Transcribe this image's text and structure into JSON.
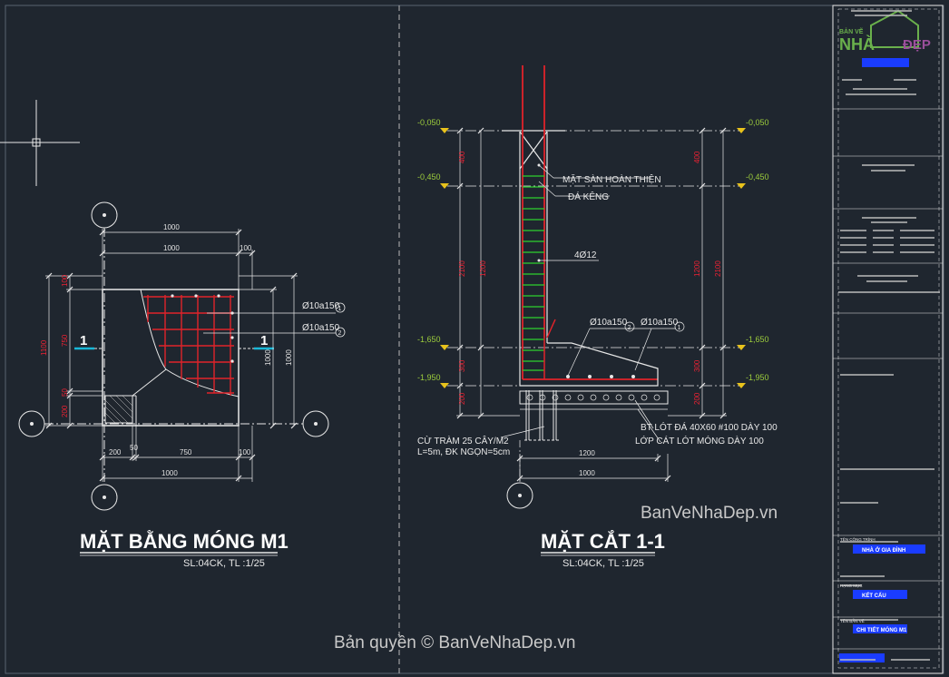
{
  "plan": {
    "title": "MẶT BẰNG MÓNG M1",
    "scale": "SL:04CK, TL :1/25",
    "section_mark": "1",
    "rebar1": "Ø10a150",
    "rebar2": "Ø10a150",
    "callout1": "1",
    "callout2": "2",
    "dims": {
      "top1": "1000",
      "top2": "1000",
      "top_small": "100",
      "left_total": "1100",
      "left_100": "100",
      "left_750": "750",
      "left_50": "50",
      "left_200": "200",
      "right_1000a": "1000",
      "right_1000b": "1000",
      "bot_200": "200",
      "bot_50": "50",
      "bot_750": "750",
      "bot_100": "100",
      "bot_total": "1000"
    }
  },
  "section": {
    "title": "MẶT CẮT 1-1",
    "scale": "SL:04CK, TL :1/25",
    "levels": [
      "-0,050",
      "-0,450",
      "-1,650",
      "-1,950"
    ],
    "finish_floor": "MẶT SÀN HOÀN THIỆN",
    "stone": "ĐÁ KÊNG",
    "bars": "4Ø12",
    "rebar1": "Ø10a150",
    "rebar2": "Ø10a150",
    "callout1": "1",
    "callout2": "2",
    "lean_concrete": "BT LÓT ĐÁ 40X60 #100 DÀY 100",
    "sand_layer": "LỚP CÁT LÓT MÓNG DÀY 100",
    "piles": "CỪ TRÀM 25 CÂY/M2",
    "pile_spec": "L=5m, ĐK NGỌN=5cm",
    "dims": {
      "d400": "400",
      "d2100": "2100",
      "d1200": "1200",
      "d300": "300",
      "d200": "200",
      "d1200b": "1200",
      "d1000": "1000"
    }
  },
  "watermarks": {
    "site": "BanVeNhaDep.vn",
    "copyright": "Bản quyền © BanVeNhaDep.vn"
  },
  "logo": {
    "line1": "BẢN VẼ",
    "line2": "NHÀ",
    "line3": "ĐẸP"
  },
  "title_block": {
    "project_label": "TÊN CÔNG TRÌNH",
    "project_value": "NHÀ Ở GIA ĐÌNH",
    "item_label": "HẠNG MỤC",
    "item_value": "KẾT CẤU",
    "drawing_label": "TÊN BẢN VẼ",
    "drawing_value": "CHI TIẾT MÓNG M1"
  },
  "colors": {
    "background": "#1f262f",
    "rebar": "#e0232a",
    "stirrup": "#2fd12f",
    "level": "#9ccc3c",
    "dimension": "#e0e0e0",
    "titleblock": "#1a3cff"
  }
}
